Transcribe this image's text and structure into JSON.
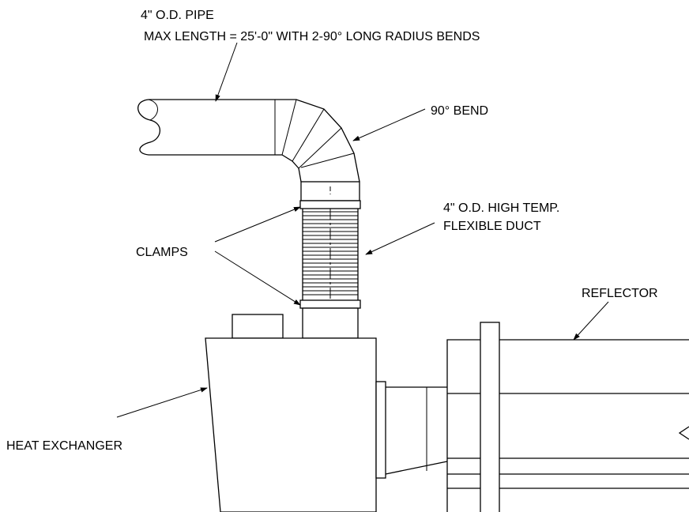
{
  "labels": {
    "pipe_line1": "4\" O.D. PIPE",
    "pipe_line2": "MAX LENGTH = 25'-0\" WITH 2-90° LONG RADIUS BENDS",
    "bend": "90° BEND",
    "duct_line1": "4\" O.D. HIGH TEMP.",
    "duct_line2": "FLEXIBLE DUCT",
    "clamps": "CLAMPS",
    "reflector": "REFLECTOR",
    "heat_exchanger": "HEAT EXCHANGER"
  },
  "colors": {
    "line": "#000000",
    "background": "#ffffff"
  }
}
